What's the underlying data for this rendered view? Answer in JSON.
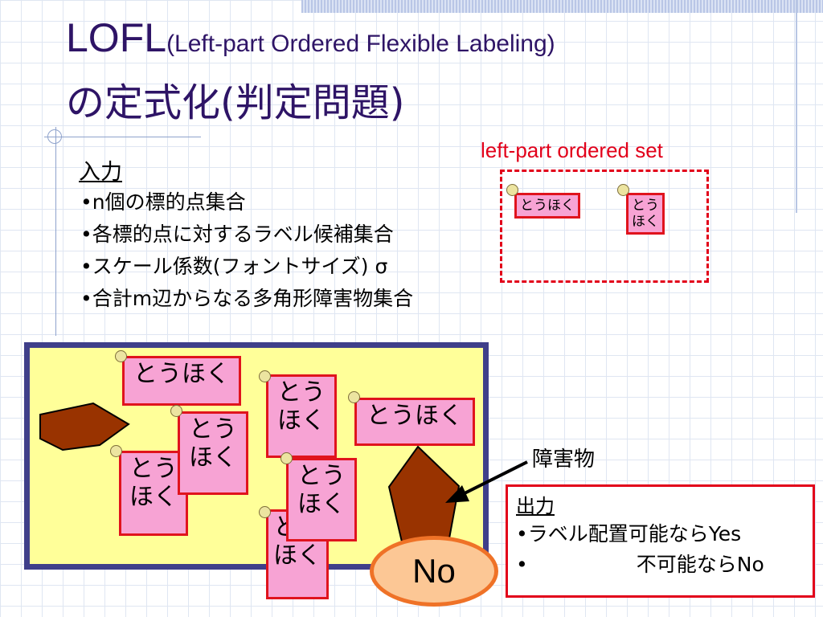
{
  "title": {
    "main": "LOFL",
    "sub": "(Left-part Ordered Flexible Labeling)",
    "line2": "の定式化(判定問題)"
  },
  "input": {
    "heading": "入力",
    "items": [
      "•n個の標的点集合",
      "•各標的点に対するラベル候補集合",
      "•スケール係数(フォントサイズ) σ",
      "•合計m辺からなる多角形障害物集合"
    ]
  },
  "lpo_example": {
    "caption": "left-part ordered set",
    "label_wide": "とうほく",
    "label_tall_1": "とう",
    "label_tall_2": "ほく"
  },
  "map_labels": {
    "wide": "とうほく",
    "tall_1": "とう",
    "tall_2": "ほく"
  },
  "obstacle_caption": "障害物",
  "answer": "No",
  "output": {
    "heading": "出力",
    "line1": "•ラベル配置可能ならYes",
    "line2_bullet": "•",
    "line2_text": "不可能ならNo"
  },
  "colors": {
    "title": "#2e1466",
    "label_fill": "#f7a3d4",
    "label_border": "#e0131d",
    "map_fill": "#ffff99",
    "map_border": "#3f3f8a",
    "obstacle": "#993300",
    "answer_fill": "#fcc795",
    "answer_border": "#ef7227",
    "accent_red": "#e2001a"
  }
}
